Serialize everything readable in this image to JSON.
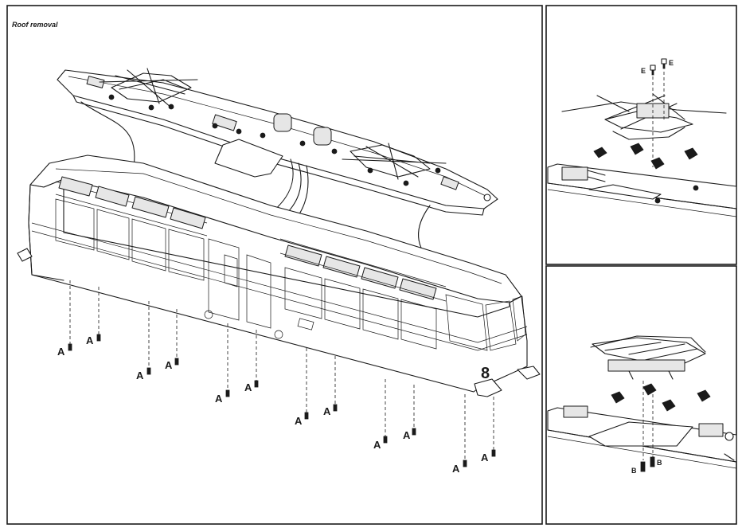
{
  "title": "Roof removal",
  "labels": {
    "screw_a": "A",
    "screw_b": "B",
    "screw_e": "E",
    "car_number": "8"
  }
}
